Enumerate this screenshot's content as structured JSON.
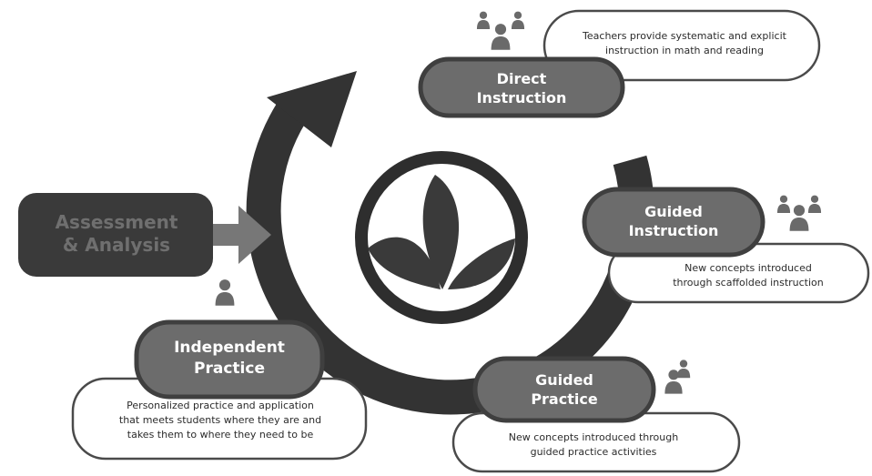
{
  "colors": {
    "cycle_arrow": "#333333",
    "center_ring": "#2e2e2e",
    "leaf": "#3a3a3a",
    "assessment_box": "#3a3a3a",
    "assessment_text": "#6f6f6f",
    "assessment_arrow": "#777777",
    "stage_pill": "#6c6c6c",
    "stage_pill_border": "#3f3f3f",
    "desc_border": "#4a4a4a",
    "icon": "#6a6a6a"
  },
  "assessment": {
    "line1": "Assessment",
    "line2": "& Analysis"
  },
  "stages": {
    "direct": {
      "title_line1": "Direct",
      "title_line2": "Instruction",
      "desc_line1": "Teachers provide systematic and explicit",
      "desc_line2": "instruction in math and reading",
      "icon": "group-icon"
    },
    "guided_instruction": {
      "title_line1": "Guided",
      "title_line2": "Instruction",
      "desc_line1": "New concepts introduced",
      "desc_line2": "through scaffolded instruction",
      "icon": "group-icon"
    },
    "guided_practice": {
      "title_line1": "Guided",
      "title_line2": "Practice",
      "desc_line1": "New concepts introduced through",
      "desc_line2": "guided practice activities",
      "icon": "pair-icon"
    },
    "independent": {
      "title_line1": "Independent",
      "title_line2": "Practice",
      "desc_line1": "Personalized practice and application",
      "desc_line2": "that meets students where they are and",
      "desc_line3": "takes them to where they need to be",
      "icon": "person-icon"
    }
  },
  "center_logo": {
    "icon": "leaf-logo-icon"
  }
}
